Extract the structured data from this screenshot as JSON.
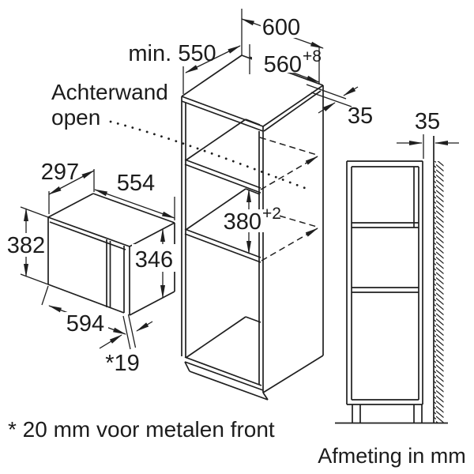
{
  "cabinet": {
    "width": "600",
    "depth": "min. 550",
    "niche_width": "560",
    "niche_width_tol": "+8",
    "niche_height": "380",
    "niche_height_tol": "+2",
    "rear_gap": "35",
    "back_note_line1": "Achterwand",
    "back_note_line2": "open"
  },
  "appliance": {
    "depth": "297",
    "width_top": "554",
    "height": "382",
    "height_right": "346",
    "width_bottom": "594",
    "door_offset": "*19"
  },
  "side_view": {
    "wall_gap": "35"
  },
  "footnote": "* 20 mm voor metalen front",
  "caption": "Afmeting in mm"
}
